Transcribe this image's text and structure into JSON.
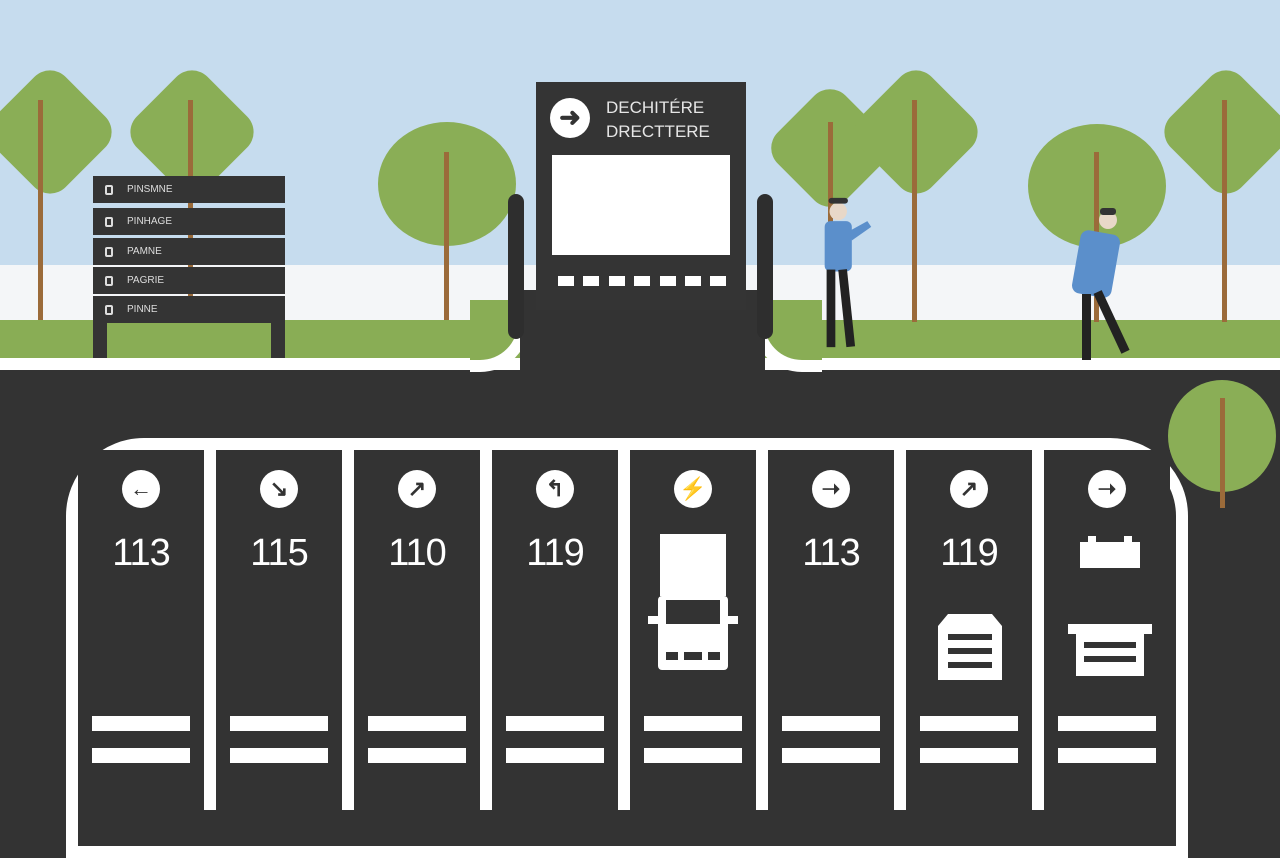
{
  "gate": {
    "title_line1": "DECHITÉRE",
    "title_line2": "DRECTTERE",
    "icon": "arrow-right-icon"
  },
  "directory_sign": {
    "rows": [
      "PINSMNE",
      "PINHAGE",
      "PAMNE",
      "PAGRIE",
      "PINNE"
    ]
  },
  "stalls": [
    {
      "number": "113",
      "icon": "←"
    },
    {
      "number": "115",
      "icon": "↘"
    },
    {
      "number": "110",
      "icon": "↗"
    },
    {
      "number": "119",
      "icon": "↰"
    },
    {
      "number": "",
      "icon": "⚡",
      "graphic": "truck"
    },
    {
      "number": "113",
      "icon": "➝"
    },
    {
      "number": "119",
      "icon": "↗",
      "graphic": "cabinet"
    },
    {
      "number": "",
      "icon": "➝",
      "graphic": "battery"
    }
  ],
  "colors": {
    "sky": "#c6dcee",
    "grass": "#89ad55",
    "asphalt": "#333333",
    "tree": "#8aae56",
    "jacket": "#5b8fcb"
  }
}
